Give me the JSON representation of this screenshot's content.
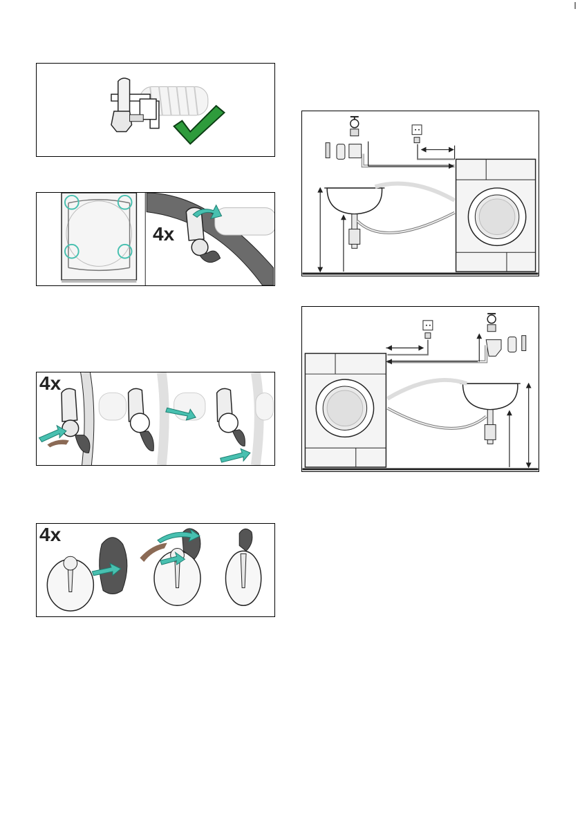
{
  "figures": {
    "fig2": {
      "badge": "4x"
    },
    "fig3": {
      "badge": "4x"
    },
    "fig4": {
      "badge": "4x"
    }
  },
  "colors": {
    "accent": "#48c0b0",
    "check": "#2e9b3c",
    "line": "#222222",
    "shading": "#d8d8d8",
    "dark_part": "#555555",
    "brown": "#8b6a55"
  },
  "icons": [
    "checkmark-icon",
    "arrow-icon",
    "hose-icon",
    "washing-machine-icon",
    "sink-icon",
    "tap-icon",
    "socket-icon"
  ]
}
